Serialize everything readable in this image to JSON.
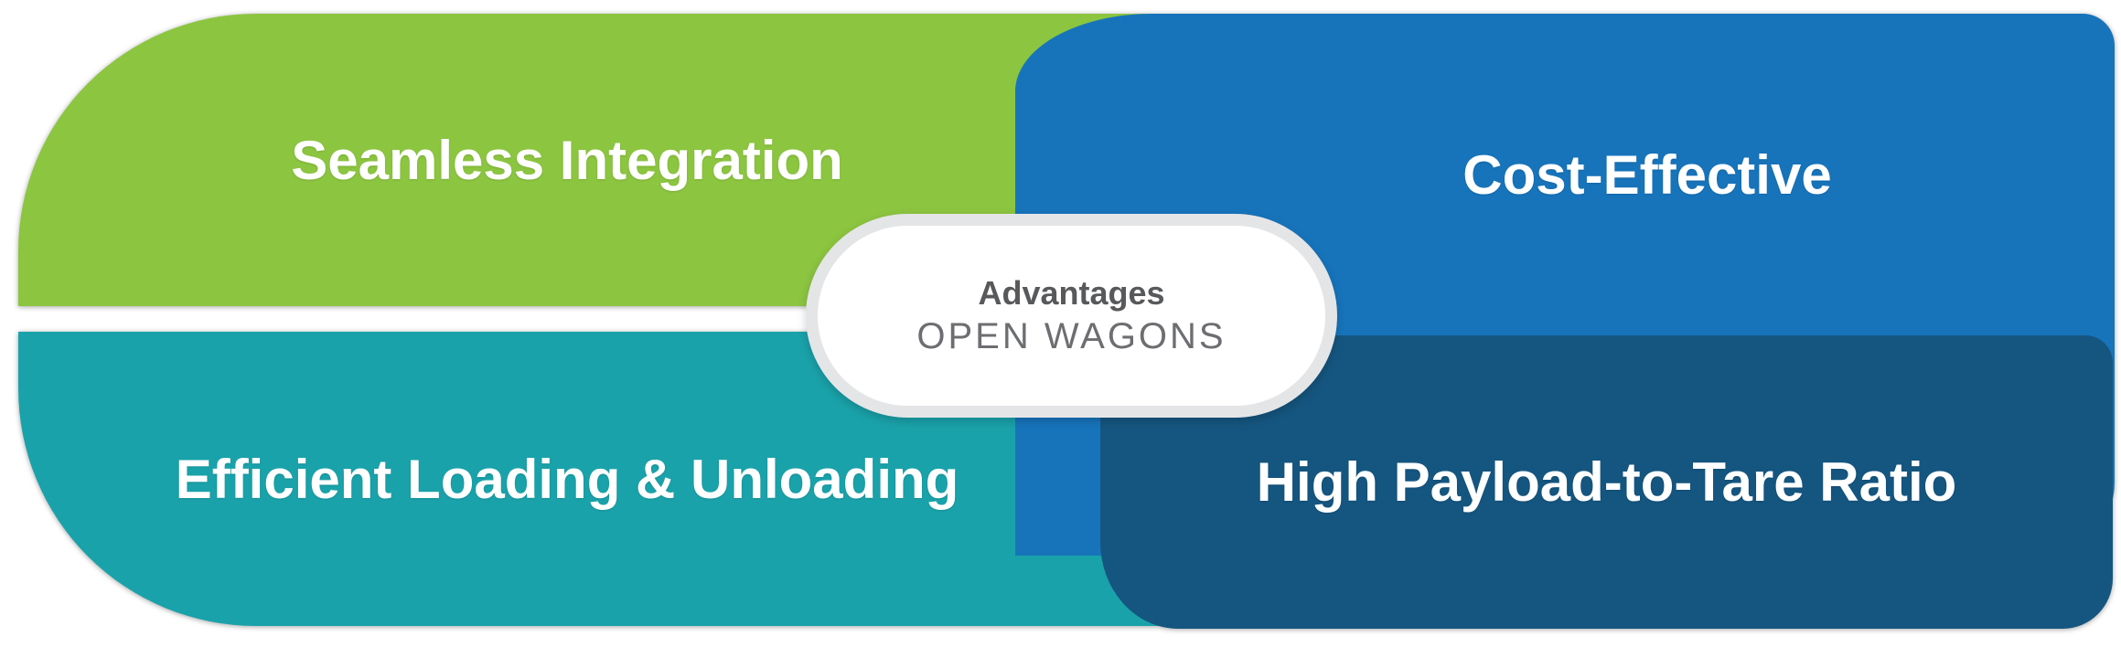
{
  "diagram": {
    "center_badge": {
      "title": "Advantages",
      "subtitle": "OPEN WAGONS",
      "title_color": "#58595B",
      "subtitle_color": "#6D6E71",
      "background": "#FFFFFF",
      "ring_color": "#E4E5E7"
    },
    "quadrants": [
      {
        "position": "top-left",
        "label": "Seamless Integration",
        "color": "#8CC540"
      },
      {
        "position": "top-right",
        "label": "Cost-Effective",
        "color": "#1774BB"
      },
      {
        "position": "bottom-left",
        "label": "Efficient Loading & Unloading",
        "color": "#1AA2AA"
      },
      {
        "position": "bottom-right",
        "label": "High Payload-to-Tare Ratio",
        "color": "#155680"
      }
    ],
    "label_text_color": "#FFFFFF"
  }
}
